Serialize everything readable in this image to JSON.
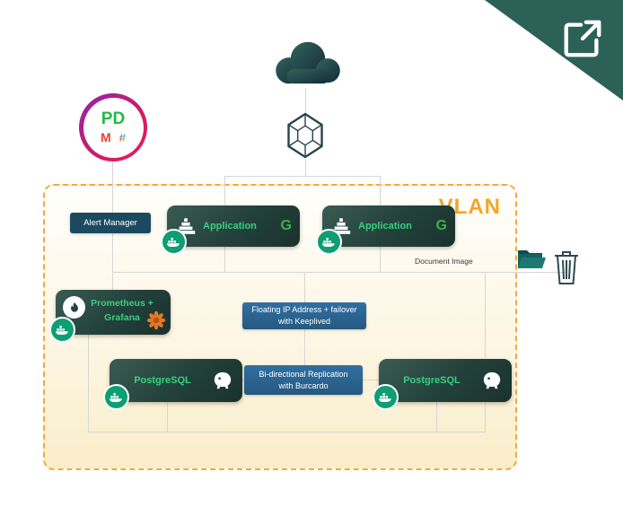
{
  "diagram": {
    "vlan_label": "VLAN",
    "document_image_label": "Document Image",
    "external_bubble": {
      "pagerduty": "PD",
      "gmail": "M",
      "slack": "#"
    },
    "nodes": {
      "alert_manager": {
        "label": "Alert Manager"
      },
      "application_1": {
        "label": "Application",
        "logo": "G"
      },
      "application_2": {
        "label": "Application",
        "logo": "G"
      },
      "prometheus_grafana": {
        "line1": "Prometheus +",
        "line2": "Grafana"
      },
      "floating_ip": {
        "line1": "Floating IP Address + failover",
        "line2": "with Keeplived"
      },
      "replication": {
        "line1": "Bi-directional Replication",
        "line2": "with Burcardo"
      },
      "postgres_1": {
        "label": "PostgreSQL"
      },
      "postgres_2": {
        "label": "PostgreSQL"
      }
    },
    "icons": {
      "corner": "external-link-icon",
      "cloud": "cloud-icon",
      "gateway": "hexagon-cluster-icon",
      "container": "docker-whale-icon",
      "application": "pyramid-icon",
      "prometheus": "flame-icon",
      "grafana": "grafana-flower-icon",
      "postgres": "elephant-icon",
      "archive": "folder-icon",
      "delete": "trash-icon"
    },
    "colors": {
      "vlan_accent": "#F5A623",
      "node_dark": "#22403A",
      "node_text_green": "#36D07E",
      "blue_node": "#2B6391",
      "alert_navy": "#1B4A60",
      "docker_badge": "#0E9E74",
      "corner_teal": "#2C6158",
      "line_gray": "#D6D6D6"
    }
  }
}
